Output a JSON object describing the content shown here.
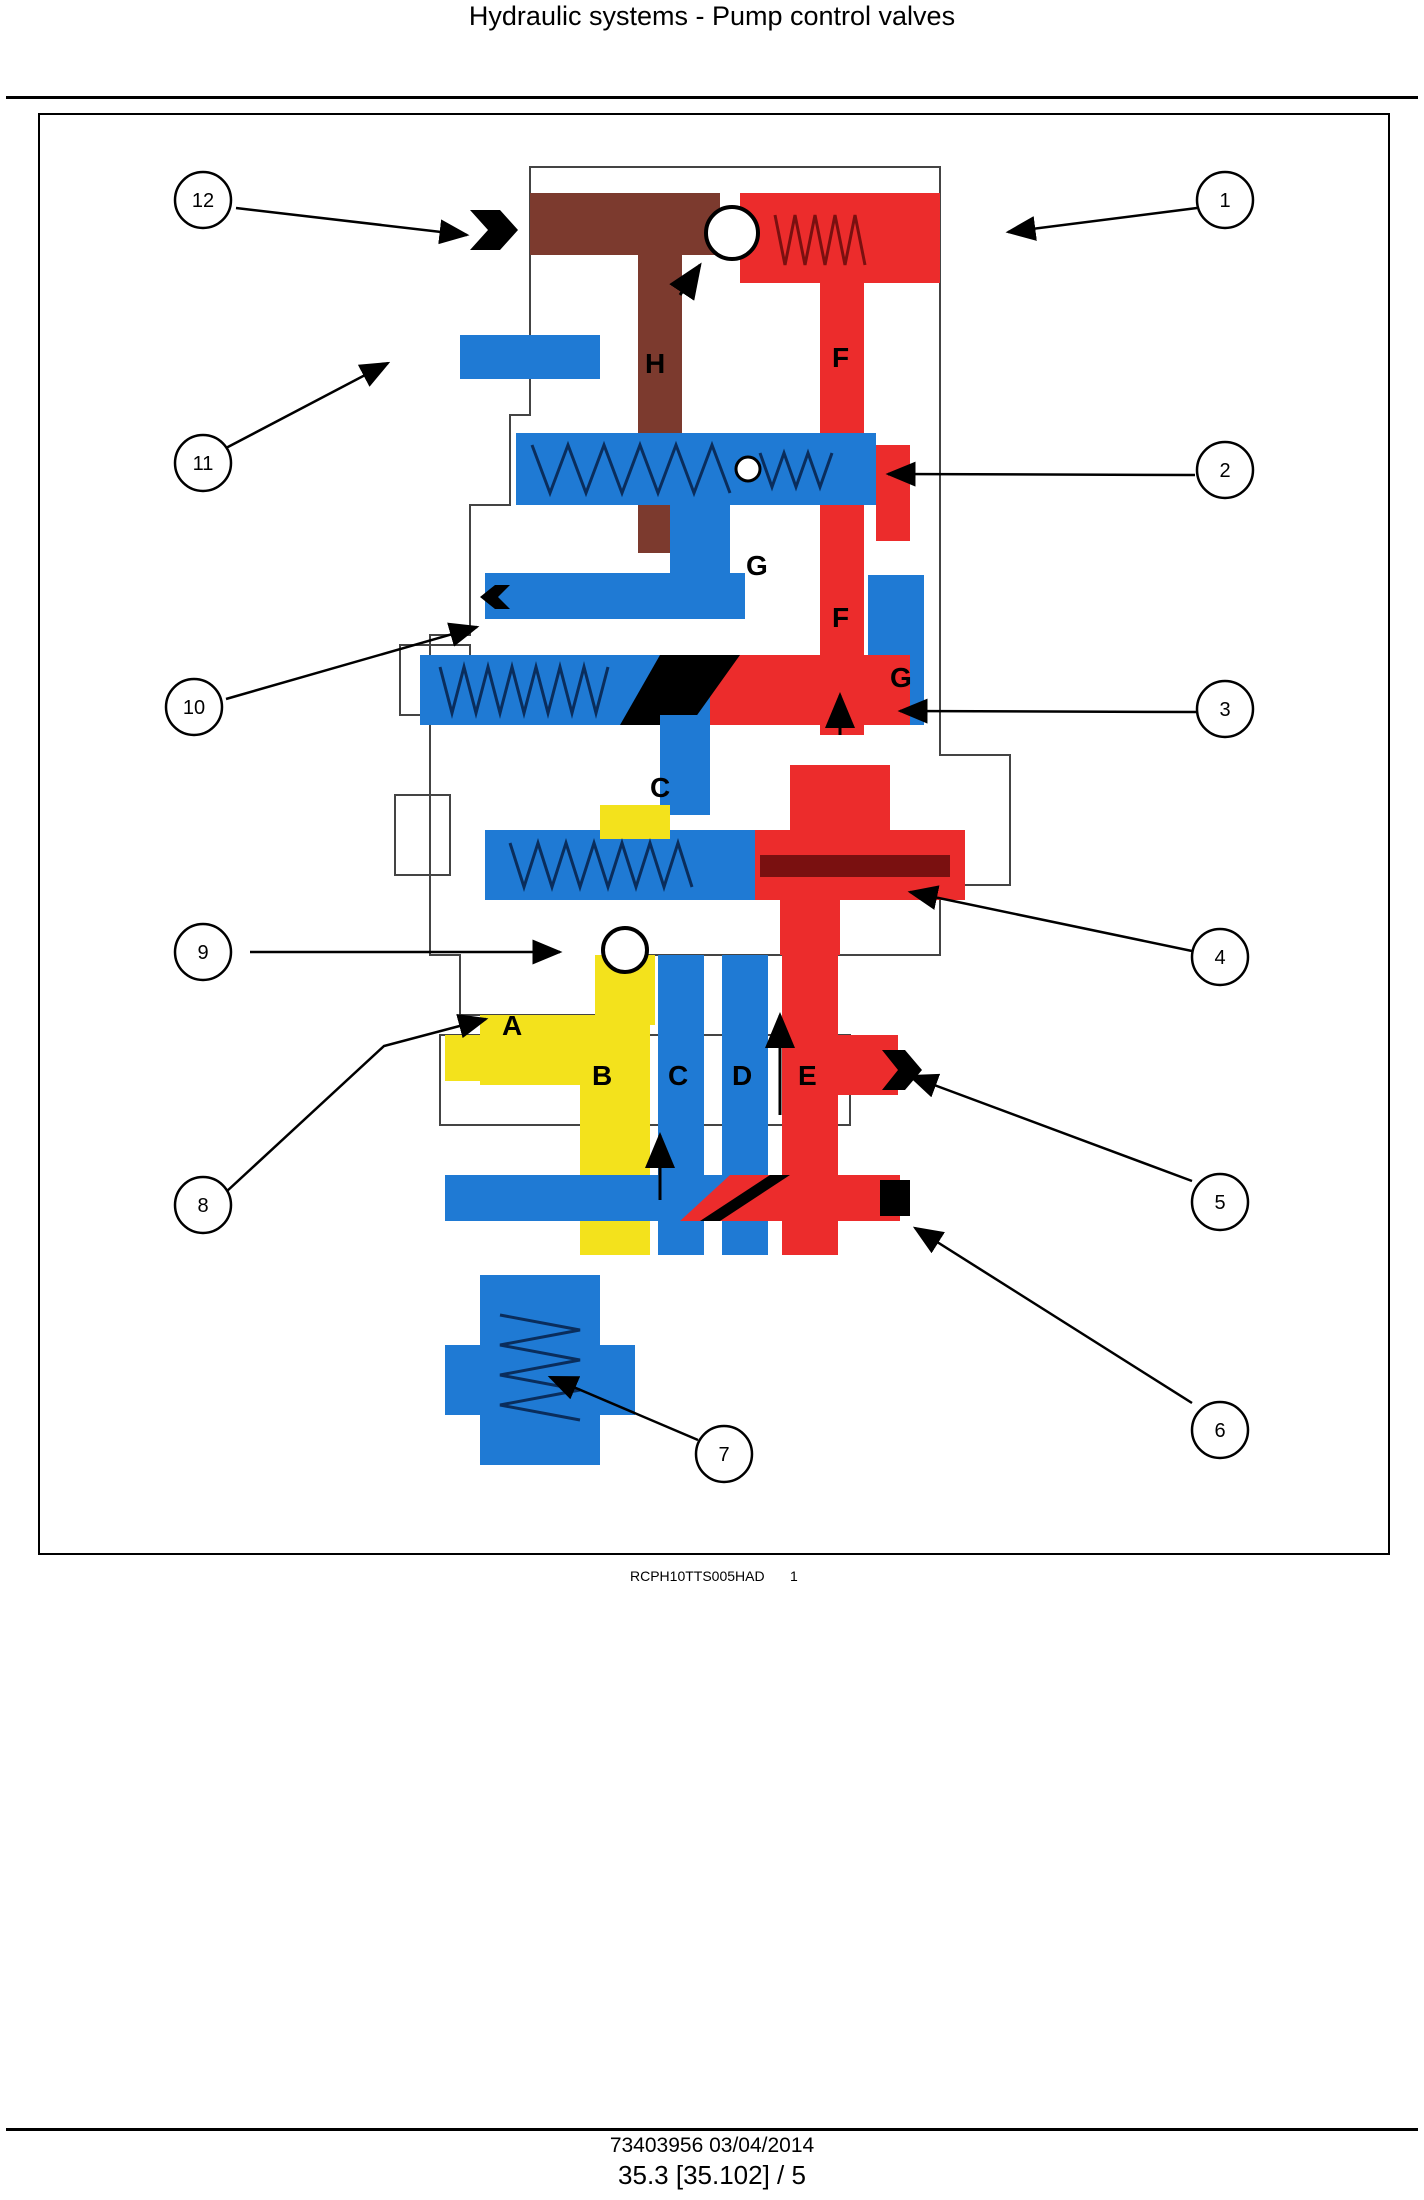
{
  "header": {
    "title": "Hydraulic systems - Pump control valves"
  },
  "figure": {
    "callouts": [
      "1",
      "2",
      "3",
      "4",
      "5",
      "6",
      "7",
      "8",
      "9",
      "10",
      "11",
      "12"
    ],
    "passage_letters": [
      "H",
      "F",
      "G",
      "F",
      "G",
      "C",
      "A",
      "B",
      "C",
      "D",
      "E"
    ],
    "colors": {
      "pressure": "#ec2c2c",
      "return": "#1f7ad4",
      "pilot": "#f3e21c",
      "brown": "#7c3a2e"
    }
  },
  "caption": {
    "code": "RCPH10TTS005HAD",
    "number": "1"
  },
  "footer": {
    "doc": "73403956 03/04/2014",
    "page": "35.3 [35.102] / 5"
  }
}
